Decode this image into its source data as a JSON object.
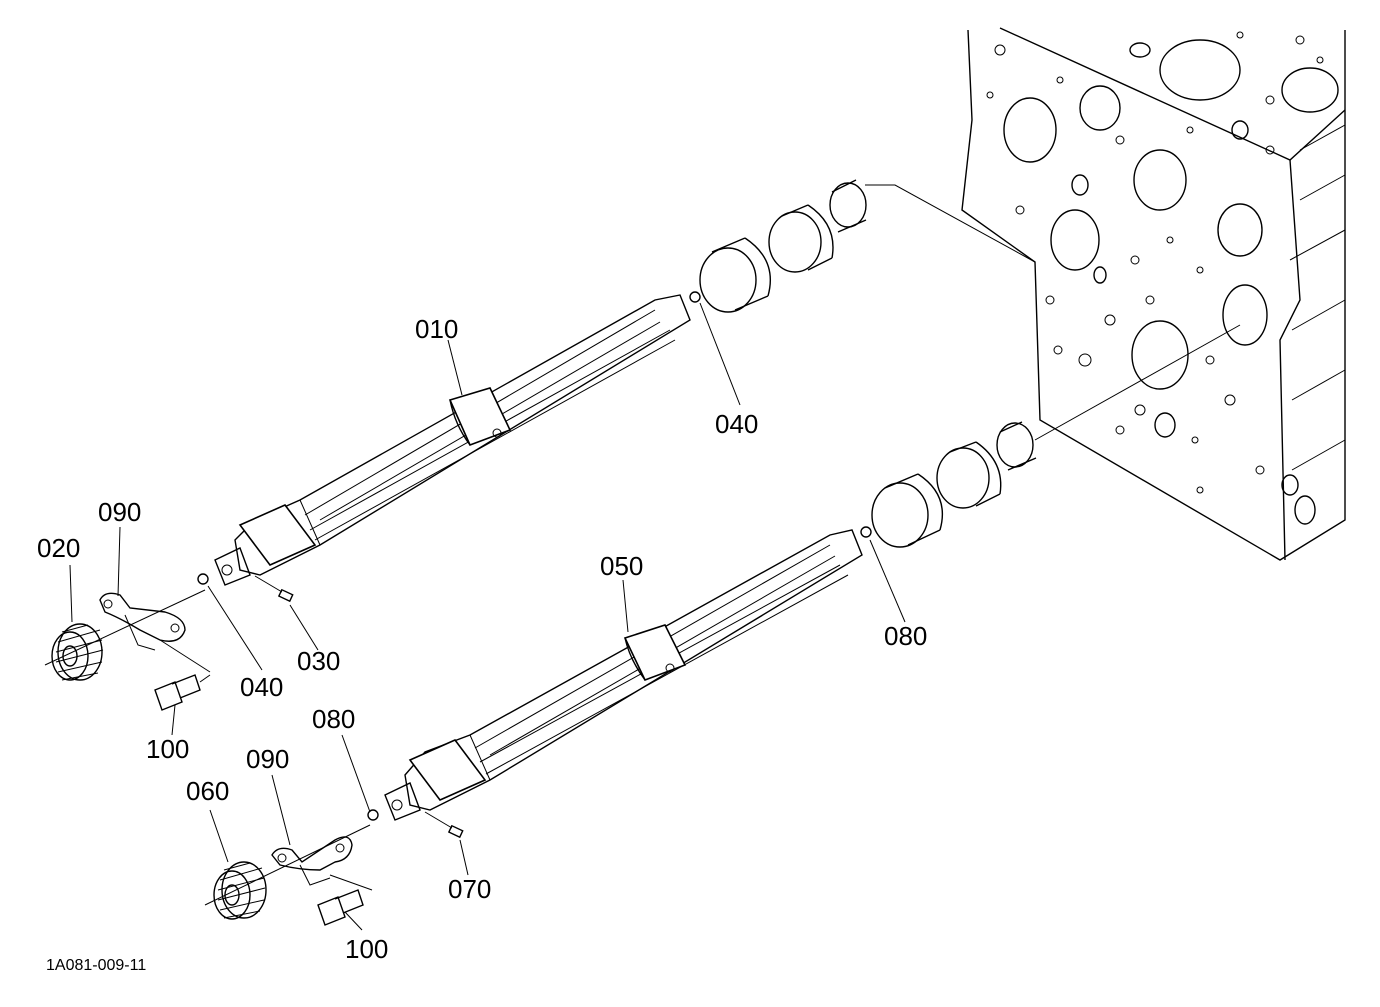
{
  "diagram": {
    "reference_code": "1A081-009-11",
    "callouts": [
      {
        "id": "c010",
        "label": "010"
      },
      {
        "id": "c020",
        "label": "020"
      },
      {
        "id": "c030",
        "label": "030"
      },
      {
        "id": "c040a",
        "label": "040"
      },
      {
        "id": "c040b",
        "label": "040"
      },
      {
        "id": "c050",
        "label": "050"
      },
      {
        "id": "c060",
        "label": "060"
      },
      {
        "id": "c070",
        "label": "070"
      },
      {
        "id": "c080a",
        "label": "080"
      },
      {
        "id": "c080b",
        "label": "080"
      },
      {
        "id": "c090a",
        "label": "090"
      },
      {
        "id": "c090b",
        "label": "090"
      },
      {
        "id": "c100a",
        "label": "100"
      },
      {
        "id": "c100b",
        "label": "100"
      }
    ]
  }
}
